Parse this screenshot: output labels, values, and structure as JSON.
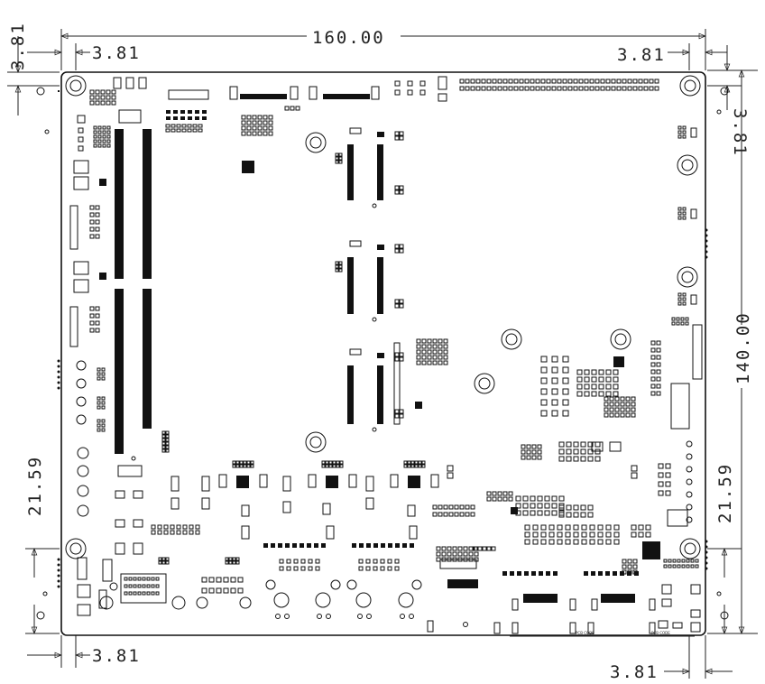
{
  "dimensions": {
    "width_total": "160.00",
    "height_total": "140.00",
    "offset_top_left_h": "3.81",
    "offset_top_left_v": "3.81",
    "offset_top_right_h": "3.81",
    "offset_top_right_v": "3.81",
    "offset_bottom_left_h": "3.81",
    "offset_bottom_right_h": "3.81",
    "left_hole_spacing": "21.59",
    "right_hole_spacing": "21.59"
  },
  "board_labels": {
    "pcb_code_1": "PCB CODE",
    "pcb_code_2": "PCB CODE"
  },
  "colors": {
    "line": "#222222",
    "fill": "#111111",
    "background": "#ffffff"
  }
}
